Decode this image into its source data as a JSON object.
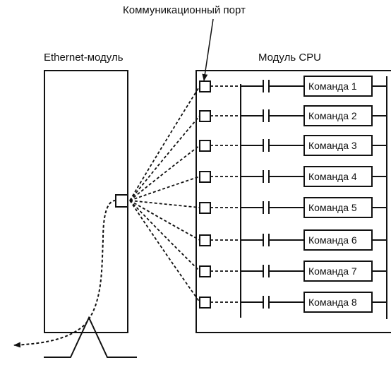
{
  "labels": {
    "comm_port": "Коммуникационный порт",
    "ethernet_module": "Ethernet-модуль",
    "cpu_module": "Модуль CPU"
  },
  "commands": [
    "Команда 1",
    "Команда 2",
    "Команда 3",
    "Команда 4",
    "Команда 5",
    "Команда 6",
    "Команда 7",
    "Команда 8"
  ]
}
